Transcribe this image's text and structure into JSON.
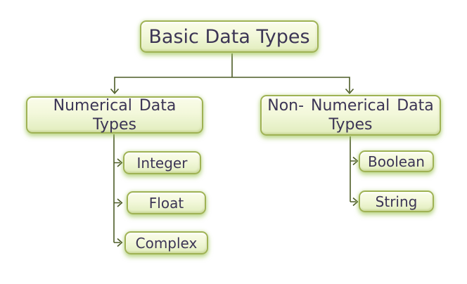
{
  "diagram": {
    "title": "Basic Data Types hierarchy",
    "root": {
      "label": "Basic Data Types"
    },
    "branches": [
      {
        "label": "Numerical Data Types",
        "children": [
          {
            "label": "Integer"
          },
          {
            "label": "Float"
          },
          {
            "label": "Complex"
          }
        ]
      },
      {
        "label": "Non- Numerical Data Types",
        "children": [
          {
            "label": "Boolean"
          },
          {
            "label": "String"
          }
        ]
      }
    ],
    "colors": {
      "background": "#ffffff",
      "box_fill_top": "#fafce9",
      "box_fill_bottom": "#e2edbd",
      "box_border": "#9fb254",
      "box_glow": "#bcd98a",
      "text": "#3c3555",
      "connector": "#4c5b26"
    }
  }
}
